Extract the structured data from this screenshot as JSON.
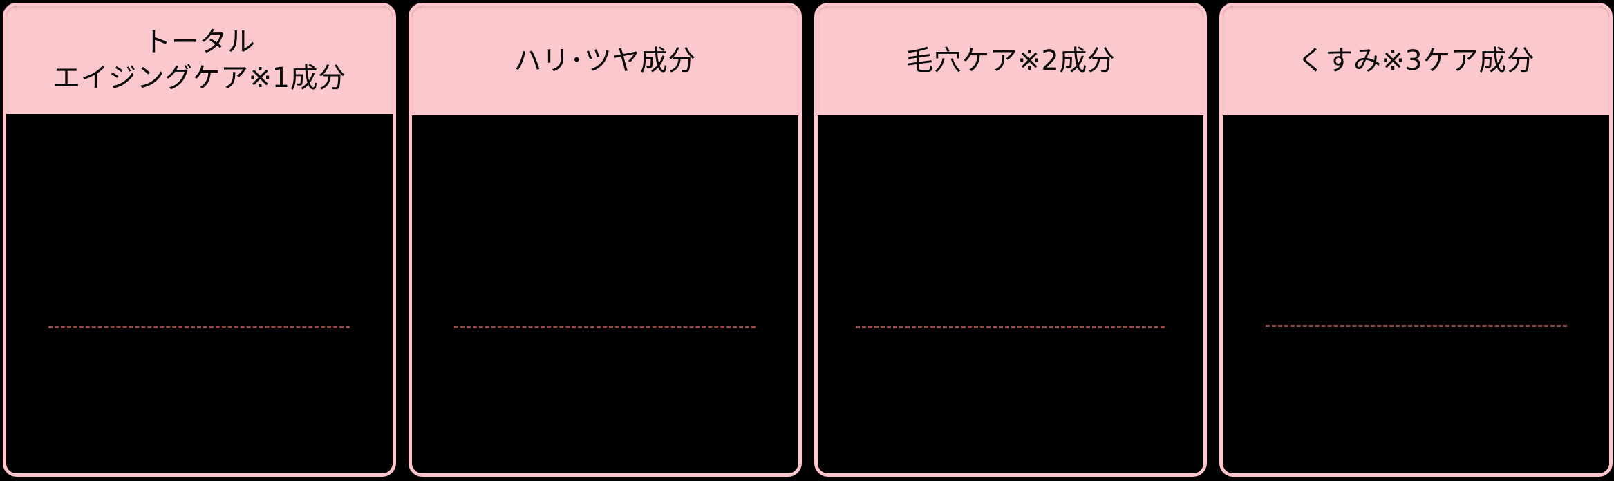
{
  "background_color": "#000000",
  "theme": {
    "card_border_color": "#FFC5CB",
    "header_background_color": "#FBC8CD",
    "header_text_color": "#000000",
    "body_background_color": "#000000",
    "divider_color": "#8C4A47"
  },
  "cards": [
    {
      "title": "トータル\nエイジングケア※1成分",
      "title_lines": [
        "トータル",
        "エイジングケア※1成分"
      ],
      "footnote_marker": "※1",
      "divider": "dashed"
    },
    {
      "title": "ハリ･ツヤ成分",
      "title_lines": [
        "ハリ･ツヤ成分"
      ],
      "footnote_marker": "",
      "divider": "dashed"
    },
    {
      "title": "毛穴ケア※2成分",
      "title_lines": [
        "毛穴ケア※2成分"
      ],
      "footnote_marker": "※2",
      "divider": "dashed"
    },
    {
      "title": "くすみ※3ケア成分",
      "title_lines": [
        "くすみ※3ケア成分"
      ],
      "footnote_marker": "※3",
      "divider": "dashed"
    }
  ]
}
